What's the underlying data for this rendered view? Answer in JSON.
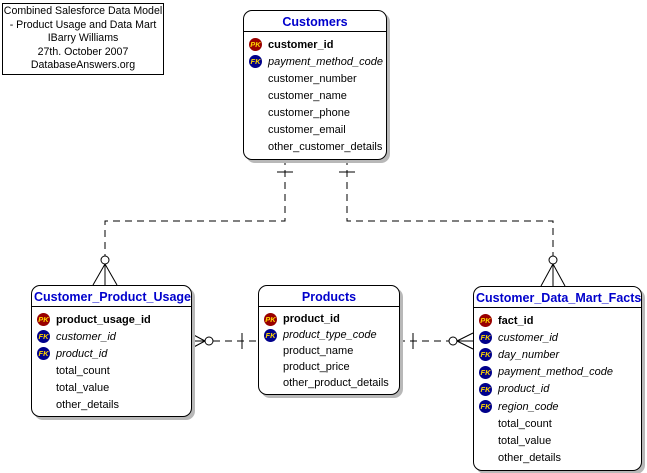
{
  "title_box": {
    "lines": [
      "Combined Salesforce Data Model",
      "- Product Usage and Data Mart",
      "IBarry Williams",
      "27th. October 2007",
      "DatabaseAnswers.org"
    ]
  },
  "colors": {
    "entity_title": "#0000CC",
    "pk_badge": "#990000",
    "fk_badge": "#00008B",
    "badge_text": "#FFD700",
    "line": "#000000",
    "shadow": "#B8B8B8"
  },
  "tables": [
    {
      "id": "customers",
      "name": "Customers",
      "fields": [
        {
          "badge": "PK",
          "name": "customer_id"
        },
        {
          "badge": "FK",
          "name": "payment_method_code"
        },
        {
          "badge": "",
          "name": "customer_number"
        },
        {
          "badge": "",
          "name": "customer_name"
        },
        {
          "badge": "",
          "name": "customer_phone"
        },
        {
          "badge": "",
          "name": "customer_email"
        },
        {
          "badge": "",
          "name": "other_customer_details"
        }
      ]
    },
    {
      "id": "customer-product-usage",
      "name": "Customer_Product_Usage",
      "fields": [
        {
          "badge": "PK",
          "name": "product_usage_id"
        },
        {
          "badge": "FK",
          "name": "customer_id"
        },
        {
          "badge": "FK",
          "name": "product_id"
        },
        {
          "badge": "",
          "name": "total_count"
        },
        {
          "badge": "",
          "name": "total_value"
        },
        {
          "badge": "",
          "name": "other_details"
        }
      ]
    },
    {
      "id": "products",
      "name": "Products",
      "fields": [
        {
          "badge": "PK",
          "name": "product_id"
        },
        {
          "badge": "FK",
          "name": "product_type_code"
        },
        {
          "badge": "",
          "name": "product_name"
        },
        {
          "badge": "",
          "name": "product_price"
        },
        {
          "badge": "",
          "name": "other_product_details"
        }
      ]
    },
    {
      "id": "customer-data-mart-facts",
      "name": "Customer_Data_Mart_Facts",
      "fields": [
        {
          "badge": "PK",
          "name": "fact_id"
        },
        {
          "badge": "FK",
          "name": "customer_id"
        },
        {
          "badge": "FK",
          "name": "day_number"
        },
        {
          "badge": "FK",
          "name": "payment_method_code"
        },
        {
          "badge": "FK",
          "name": "product_id"
        },
        {
          "badge": "FK",
          "name": "region_code"
        },
        {
          "badge": "",
          "name": "total_count"
        },
        {
          "badge": "",
          "name": "total_value"
        },
        {
          "badge": "",
          "name": "other_details"
        }
      ]
    }
  ],
  "relationships": [
    {
      "parent": "Customers",
      "child": "Customer_Product_Usage",
      "parent_cardinality": "one",
      "child_cardinality": "zero-or-many",
      "line_style": "dashed"
    },
    {
      "parent": "Customers",
      "child": "Customer_Data_Mart_Facts",
      "parent_cardinality": "one",
      "child_cardinality": "zero-or-many",
      "line_style": "dashed"
    },
    {
      "parent": "Products",
      "child": "Customer_Product_Usage",
      "parent_cardinality": "one",
      "child_cardinality": "zero-or-many",
      "line_style": "dashed"
    },
    {
      "parent": "Products",
      "child": "Customer_Data_Mart_Facts",
      "parent_cardinality": "one",
      "child_cardinality": "zero-or-many",
      "line_style": "dashed"
    }
  ]
}
